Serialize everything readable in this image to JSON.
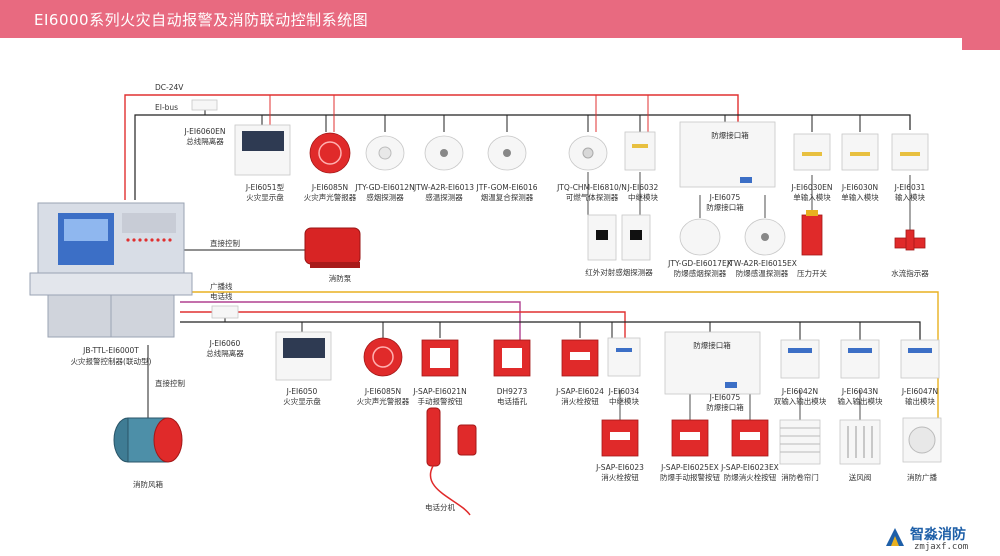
{
  "header": {
    "title": "EI6000系列火灾自动报警及消防联动控制系统图"
  },
  "buses": {
    "dc24v": "DC-24V",
    "eibus": "EI-bus",
    "broadcast": "广播线",
    "telephone": "电话线",
    "direct_control_pump": "直接控制",
    "direct_control_fan": "直接控制"
  },
  "colors": {
    "header": "#e86a80",
    "dc_line": "#e03030",
    "bus_line": "#222222",
    "broadcast_line": "#e8b020",
    "phone_line": "#b04090",
    "device_red": "#e02a2a"
  },
  "panel": {
    "model": "JB-TTL-EI6000T",
    "name": "火灾报警控制器(联动型)"
  },
  "top_row": [
    {
      "model": "J-EI6060EN",
      "name": "总线隔离器",
      "icon": "isolator-module-icon"
    },
    {
      "model": "J-EI6051型",
      "name": "火灾显示盘",
      "icon": "display-panel-icon"
    },
    {
      "model": "J-EI6085N",
      "name": "火灾声光警报器",
      "icon": "sounder-strobe-icon"
    },
    {
      "model": "JTY-GD-EI6012N",
      "name": "感烟探测器",
      "icon": "smoke-detector-icon"
    },
    {
      "model": "JTW-A2R-EI6013",
      "name": "感温探测器",
      "icon": "heat-detector-icon"
    },
    {
      "model": "JTF-GOM-EI6016",
      "name": "烟温复合探测器",
      "icon": "combo-detector-icon"
    },
    {
      "model": "JTQ-CHM-EI6810/N",
      "name": "可燃气体探测器",
      "icon": "gas-detector-icon"
    },
    {
      "model": "J-EI6032",
      "name": "中继模块",
      "icon": "relay-module-icon"
    },
    {
      "model": "J-EI6075",
      "name": "防爆接口箱",
      "icon": "explosion-proof-box-icon",
      "box_label": "防爆接口箱"
    },
    {
      "model": "J-EI6030EN",
      "name": "单输入模块",
      "icon": "input-module-icon"
    },
    {
      "model": "J-EI6030N",
      "name": "单输入模块",
      "icon": "input-module-icon"
    },
    {
      "model": "J-EI6031",
      "name": "输入模块",
      "icon": "input-module-icon"
    }
  ],
  "top_sub": [
    {
      "name": "红外对射感烟探测器",
      "icon": "beam-detector-icon"
    },
    {
      "model": "JTY-GD-EI6017EX",
      "name": "防爆感烟探测器",
      "icon": "ex-smoke-detector-icon"
    },
    {
      "model": "JTW-A2R-EI6015EX",
      "name": "防爆感温探测器",
      "icon": "ex-heat-detector-icon"
    },
    {
      "name": "压力开关",
      "icon": "pressure-switch-icon"
    },
    {
      "name": "水流指示器",
      "icon": "flow-indicator-icon"
    }
  ],
  "pump": {
    "name": "消防泵",
    "icon": "fire-pump-icon"
  },
  "fan": {
    "name": "消防风箱",
    "icon": "smoke-fan-icon"
  },
  "bottom_row": [
    {
      "model": "J-EI6060",
      "name": "总线隔离器",
      "icon": "isolator-module-icon"
    },
    {
      "model": "J-EI6050",
      "name": "火灾显示盘",
      "icon": "display-panel-icon"
    },
    {
      "model": "J-EI6085N",
      "name": "火灾声光警报器",
      "icon": "sounder-strobe-icon"
    },
    {
      "model": "J-SAP-EI6021N",
      "name": "手动报警按钮",
      "icon": "manual-call-point-icon"
    },
    {
      "model": "DH9273",
      "name": "电话插孔",
      "icon": "phone-jack-icon"
    },
    {
      "model": "J-SAP-EI6024",
      "name": "消火栓按钮",
      "icon": "hydrant-button-icon"
    },
    {
      "model": "J-EI6034",
      "name": "中继模块",
      "icon": "relay-module-icon"
    },
    {
      "model": "J-EI6075",
      "name": "防爆接口箱",
      "icon": "explosion-proof-box-icon",
      "box_label": "防爆接口箱"
    },
    {
      "model": "J-EI6042N",
      "name": "双输入输出模块",
      "icon": "io-module-icon"
    },
    {
      "model": "J-EI6043N",
      "name": "输入输出模块",
      "icon": "io-module-icon"
    },
    {
      "model": "J-EI6047N",
      "name": "输出模块",
      "icon": "output-module-icon"
    }
  ],
  "bottom_sub": [
    {
      "name": "电话分机",
      "icon": "phone-handset-icon"
    },
    {
      "model": "J-SAP-EI6023",
      "name": "消火栓按钮",
      "icon": "hydrant-button-icon"
    },
    {
      "model": "J-SAP-EI6025EX",
      "name": "防爆手动报警按钮",
      "icon": "ex-call-point-icon"
    },
    {
      "model": "J-SAP-EI6023EX",
      "name": "防爆消火栓按钮",
      "icon": "ex-hydrant-button-icon"
    },
    {
      "name": "消防卷帘门",
      "icon": "rolling-shutter-icon"
    },
    {
      "name": "送风阀",
      "icon": "air-damper-icon"
    },
    {
      "name": "消防广播",
      "icon": "speaker-icon"
    }
  ],
  "brand": {
    "name": "智淼消防",
    "site": "zmjaxf.com"
  }
}
